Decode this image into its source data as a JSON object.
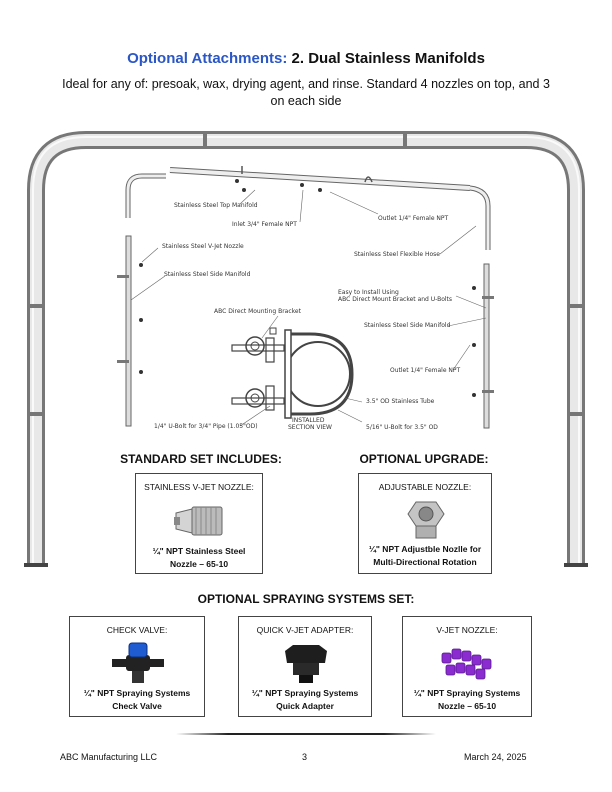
{
  "header": {
    "title_accent": "Optional Attachments:",
    "title_rest": "2. Dual Stainless Manifolds",
    "subtitle": "Ideal for any of: presoak, wax, drying agent, and rinse. Standard 4 nozzles on top, and 3 on each side"
  },
  "diagram": {
    "callouts": {
      "top_manifold": "Stainless Steel Top Manifold",
      "inlet": "Inlet 3/4\" Female NPT",
      "outlet_top": "Outlet 1/4\" Female NPT",
      "vjet": "Stainless Steel V-Jet Nozzle",
      "flex_hose": "Stainless Steel Flexible Hose",
      "side_manifold_left": "Stainless Steel Side Manifold",
      "easy_install_1": "Easy to Install Using",
      "easy_install_2": "ABC Direct Mount Bracket and U-Bolts",
      "mount_bracket": "ABC Direct Mounting Bracket",
      "side_manifold_right": "Stainless Steel Side Manifold",
      "outlet_side": "Outlet 1/4\" Female NPT",
      "od_tube": "3.5\" OD Stainless Tube",
      "ubolt_left": "1/4\" U-Bolt for 3/4\" Pipe (1.05\"OD)",
      "installed_1": "INSTALLED",
      "installed_2": "SECTION VIEW",
      "ubolt_right": "5/16\" U-Bolt for 3.5\" OD"
    }
  },
  "standard": {
    "heading": "STANDARD SET INCLUDES:",
    "item": {
      "heading": "STAINLESS V-JET NOZZLE:",
      "line1": "¼\" NPT Stainless Steel",
      "line2": "Nozzle – 65-10"
    }
  },
  "upgrade": {
    "heading": "OPTIONAL UPGRADE:",
    "item": {
      "heading": "ADJUSTABLE NOZZLE:",
      "line1": "¼\" NPT Adjustble Nozlle for",
      "line2": "Multi-Directional Rotation"
    }
  },
  "spraying": {
    "heading": "OPTIONAL SPRAYING SYSTEMS SET:",
    "items": [
      {
        "heading": "CHECK VALVE:",
        "line1": "¼\" NPT Spraying Systems",
        "line2": "Check Valve"
      },
      {
        "heading": "QUICK V-JET ADAPTER:",
        "line1": "¼\" NPT Spraying Systems",
        "line2": "Quick Adapter"
      },
      {
        "heading": "V-JET NOZZLE:",
        "line1": "¼\" NPT Spraying Systems",
        "line2": "Nozzle – 65-10"
      }
    ]
  },
  "footer": {
    "company": "ABC Manufacturing LLC",
    "page": "3",
    "date": "March 24, 2025"
  },
  "colors": {
    "accent": "#2a56c6",
    "valve_blue": "#1f5bd1",
    "nozzle_purple": "#8a2ccf"
  }
}
